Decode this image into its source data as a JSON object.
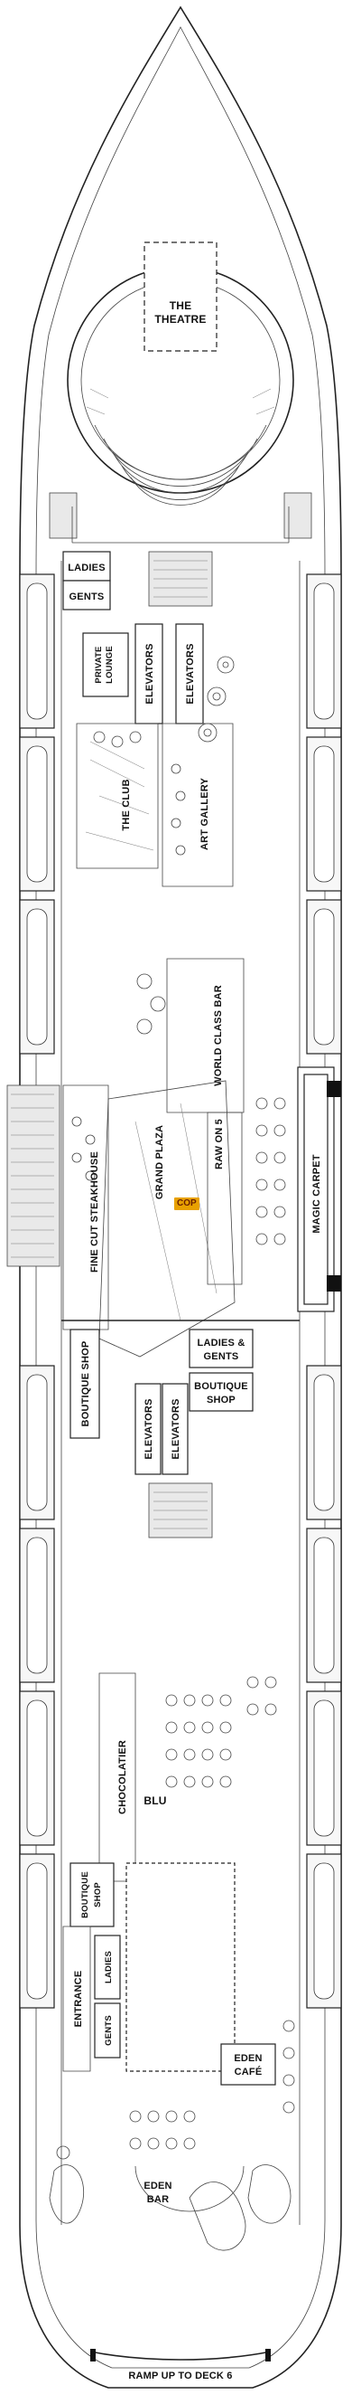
{
  "title": "",
  "you_are_here": "COP",
  "labels": {
    "theatre": "THE THEATRE",
    "ladies_top": "LADIES",
    "gents_top": "GENTS",
    "private_lounge": "PRIVATE LOUNGE",
    "elevators_fwd_1": "ELEVATORS",
    "elevators_fwd_2": "ELEVATORS",
    "the_club": "THE CLUB",
    "art_gallery": "ART GALLERY",
    "world_class_bar": "WORLD CLASS BAR",
    "grand_plaza": "GRAND PLAZA",
    "raw_on_5": "RAW ON 5",
    "fine_cut_steakhouse": "FINE CUT STEAKHOUSE",
    "magic_carpet": "MAGIC CARPET",
    "boutique_shop_1": "BOUTIQUE SHOP",
    "ladies_gents_1": "LADIES &",
    "ladies_gents_2": "GENTS",
    "boutique_shop_2a": "BOUTIQUE",
    "boutique_shop_2b": "SHOP",
    "elevators_mid_1": "ELEVATORS",
    "elevators_mid_2": "ELEVATORS",
    "chocolatier": "CHOCOLATIER",
    "blu": "BLU",
    "boutique_shop_3a": "BOUTIQUE",
    "boutique_shop_3b": "SHOP",
    "ladies_aft": "LADIES",
    "gents_aft": "GENTS",
    "entrance": "ENTRANCE",
    "eden_cafe_1": "EDEN",
    "eden_cafe_2": "CAFÉ",
    "eden_bar_1": "EDEN",
    "eden_bar_2": "BAR",
    "ramp": "RAMP UP TO DECK 6"
  },
  "colors": {
    "you_are_here_bg": "#e8a100",
    "ink": "#111111"
  }
}
